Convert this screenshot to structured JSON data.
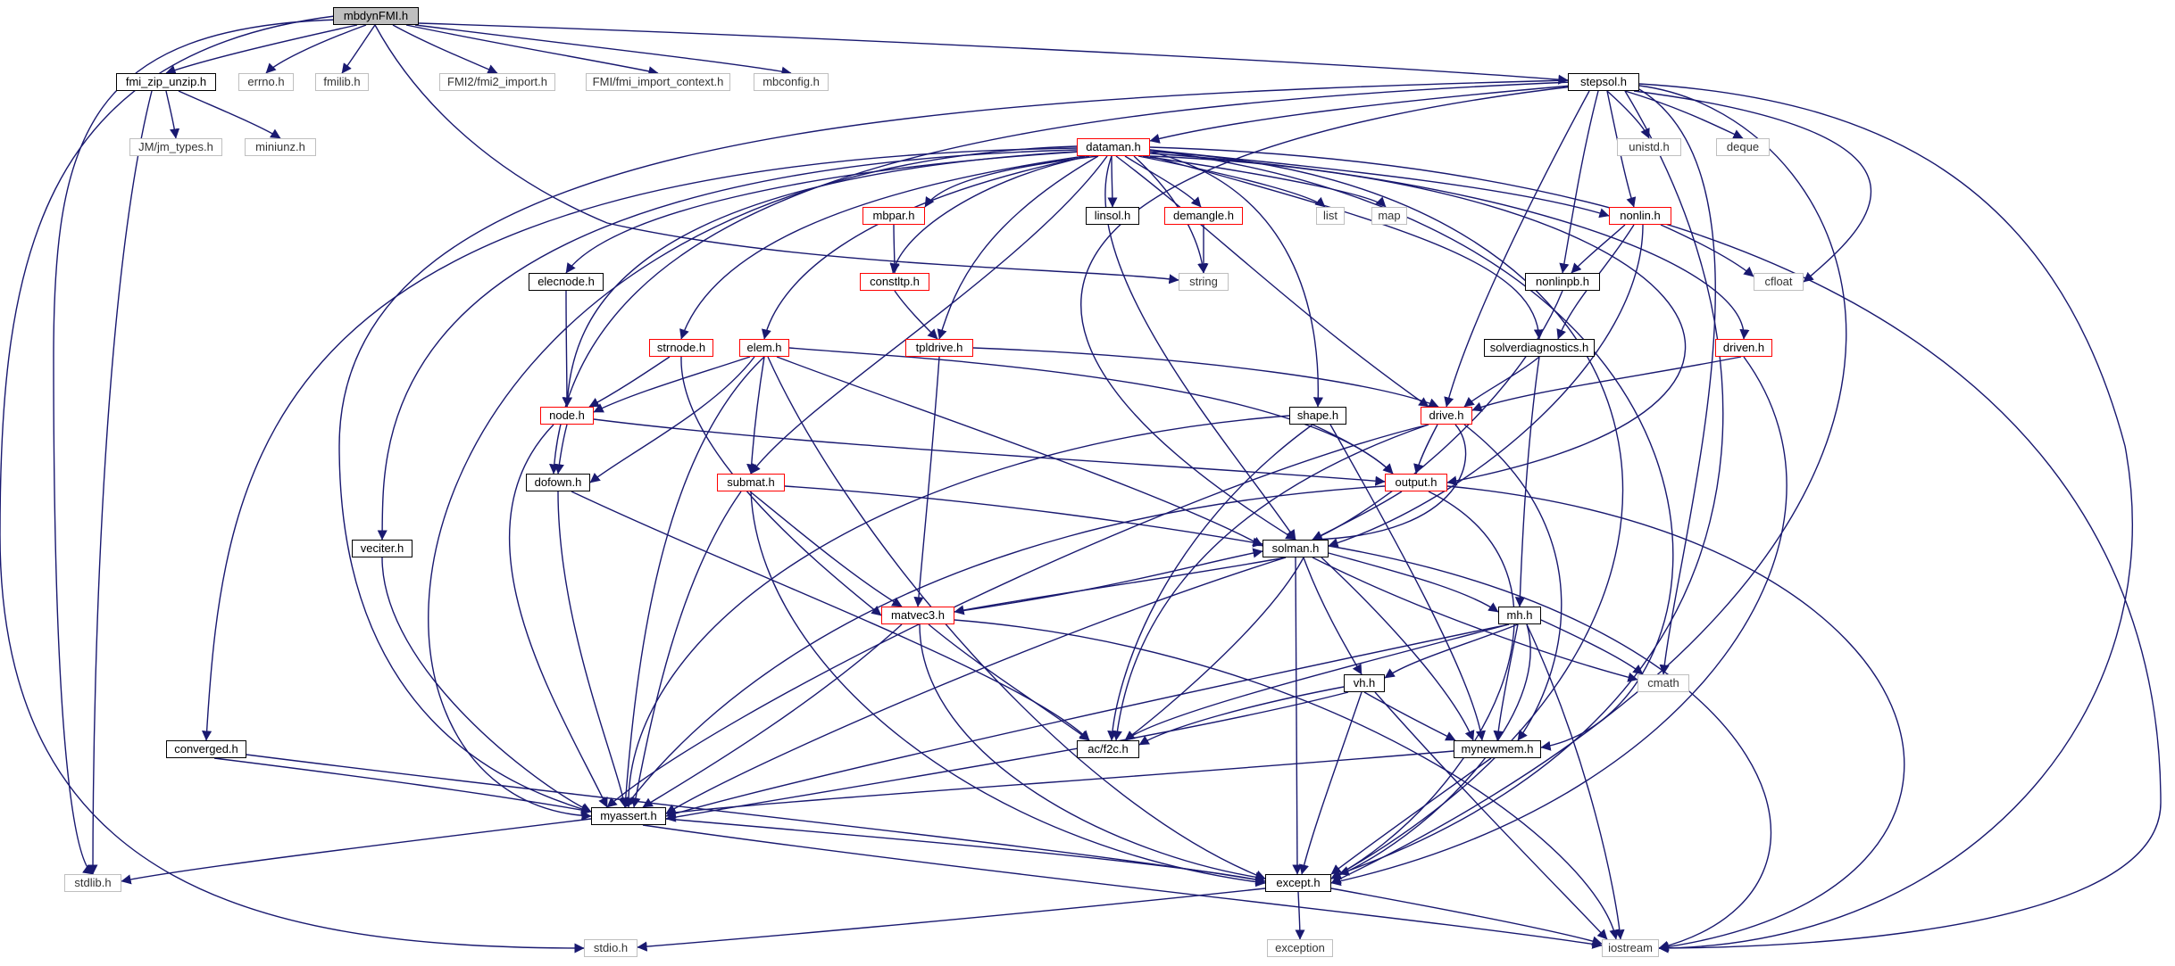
{
  "colors": {
    "edge": "#191970",
    "link_border": "#000000",
    "truncated_border": "#ff0000",
    "system_border": "#bfbfbf",
    "root_fill": "#bfbfbf"
  },
  "nodes": {
    "mbdynFMI_h": "mbdynFMI.h",
    "fmi_zip_unzip_h": "fmi_zip_unzip.h",
    "errno_h": "errno.h",
    "fmilib_h": "fmilib.h",
    "fmi2_import_h": "FMI2/fmi2_import.h",
    "fmi_import_context_h": "FMI/fmi_import_context.h",
    "mbconfig_h": "mbconfig.h",
    "stepsol_h": "stepsol.h",
    "jm_types_h": "JM/jm_types.h",
    "miniunz_h": "miniunz.h",
    "unistd_h": "unistd.h",
    "deque": "deque",
    "dataman_h": "dataman.h",
    "mbpar_h": "mbpar.h",
    "linsol_h": "linsol.h",
    "demangle_h": "demangle.h",
    "list": "list",
    "map": "map",
    "nonlin_h": "nonlin.h",
    "string": "string",
    "cfloat": "cfloat",
    "elecnode_h": "elecnode.h",
    "constltp_h": "constltp.h",
    "nonlinpb_h": "nonlinpb.h",
    "strnode_h": "strnode.h",
    "elem_h": "elem.h",
    "tpldrive_h": "tpldrive.h",
    "solverdiagnostics_h": "solverdiagnostics.h",
    "driven_h": "driven.h",
    "node_h": "node.h",
    "shape_h": "shape.h",
    "drive_h": "drive.h",
    "dofown_h": "dofown.h",
    "submat_h": "submat.h",
    "output_h": "output.h",
    "veciter_h": "veciter.h",
    "solman_h": "solman.h",
    "matvec3_h": "matvec3.h",
    "mh_h": "mh.h",
    "vh_h": "vh.h",
    "cmath": "cmath",
    "converged_h": "converged.h",
    "ac_f2c_h": "ac/f2c.h",
    "mynewmem_h": "mynewmem.h",
    "myassert_h": "myassert.h",
    "stdlib_h": "stdlib.h",
    "except_h": "except.h",
    "stdio_h": "stdio.h",
    "exception": "exception",
    "iostream": "iostream"
  }
}
